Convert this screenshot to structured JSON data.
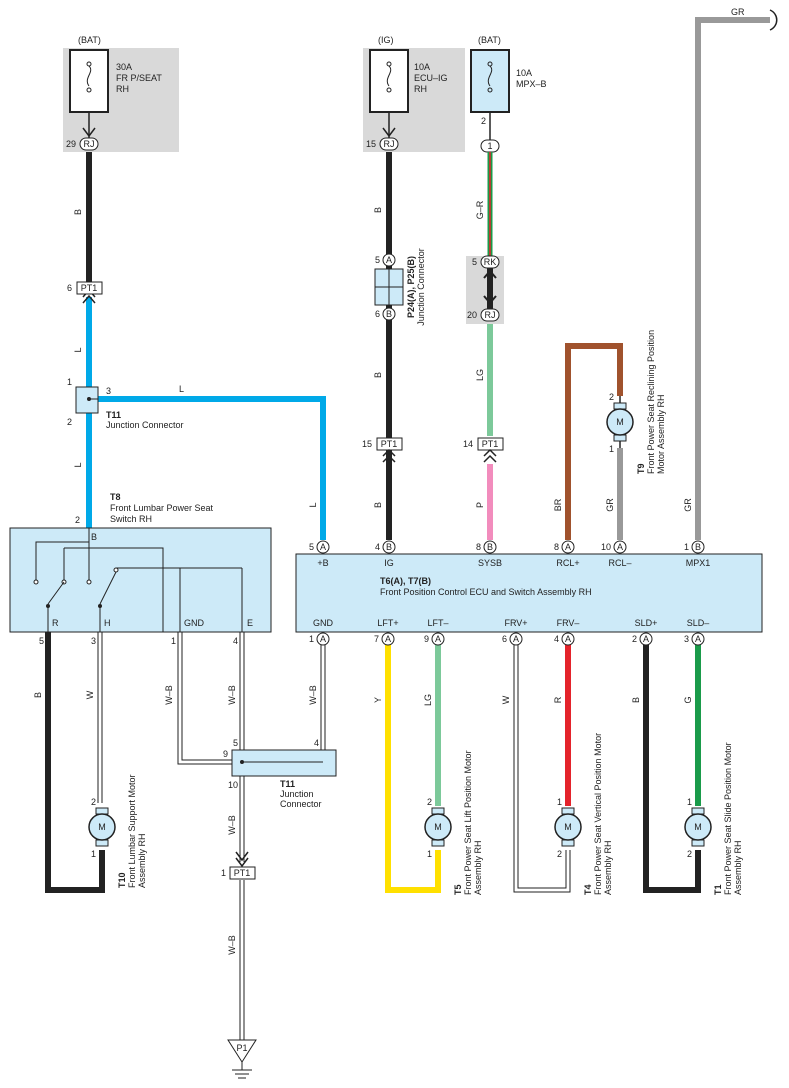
{
  "colors": {
    "black": "#222222",
    "blue": "#00a9e8",
    "gray": "#999999",
    "brown": "#a0522d",
    "green_lt": "#7cc99a",
    "pink": "#f28cbd",
    "yellow": "#ffe000",
    "red": "#e4232b",
    "green": "#1a9b4a",
    "box_fill": "#cdeaf8",
    "fuse_bg": "#d9d9d9"
  },
  "fuses": {
    "f1": {
      "src": "(BAT)",
      "amps": "30A",
      "name1": "FR P/SEAT",
      "name2": "RH",
      "pin": "29",
      "conn": "RJ"
    },
    "f2": {
      "src": "(IG)",
      "amps": "10A",
      "name1": "ECU–IG",
      "name2": "RH",
      "pin": "15",
      "conn": "RJ"
    },
    "f3": {
      "src": "(BAT)",
      "amps": "10A",
      "name1": "MPX–B",
      "pin_top": "2",
      "pin": "1"
    }
  },
  "connectors": {
    "pt1": "PT1",
    "p1": "P1",
    "rk": "RK",
    "rj": "RJ",
    "a": "A",
    "b": "B"
  },
  "pins": {
    "n6": "6",
    "n15": "15",
    "n14": "14",
    "n5": "5",
    "n20": "20",
    "n1": "1",
    "n2": "2",
    "n3": "3",
    "n4": "4",
    "n8": "8",
    "n9": "9",
    "n10": "10",
    "n7": "7"
  },
  "wires": {
    "b": "B",
    "l": "L",
    "gr": "GR",
    "gr2": "G–R",
    "lg": "LG",
    "p": "P",
    "br": "BR",
    "w": "W",
    "wb": "W–B",
    "y": "Y",
    "r": "R",
    "g": "G"
  },
  "components": {
    "p24": {
      "code": "P24(A), P25(B)",
      "name": "Junction Connector"
    },
    "t11a": {
      "code": "T11",
      "name": "Junction Connector"
    },
    "t11b": {
      "code": "T11",
      "name1": "Junction",
      "name2": "Connector"
    },
    "t8": {
      "code": "T8",
      "name1": "Front Lumbar Power Seat",
      "name2": "Switch RH",
      "pins": [
        "R",
        "H",
        "GND",
        "E"
      ],
      "top_pin": "B"
    },
    "t6": {
      "code": "T6(A), T7(B)",
      "name": "Front Position Control ECU and Switch Assembly RH",
      "top_pins": [
        "+B",
        "IG",
        "SYSB",
        "RCL+",
        "RCL–",
        "MPX1"
      ],
      "bottom_pins": [
        "GND",
        "LFT+",
        "LFT–",
        "FRV+",
        "FRV–",
        "SLD+",
        "SLD–"
      ]
    },
    "t9": {
      "code": "T9",
      "name1": "Front Power Seat Reclining Position",
      "name2": "Motor Assembly RH"
    },
    "t10": {
      "code": "T10",
      "name1": "Front Lumbar Support Motor",
      "name2": "Assembly RH"
    },
    "t5": {
      "code": "T5",
      "name1": "Front Power Seat Lift Position Motor",
      "name2": "Assembly RH"
    },
    "t4": {
      "code": "T4",
      "name1": "Front Power Seat Vertical Position Motor",
      "name2": "Assembly RH"
    },
    "t1": {
      "code": "T1",
      "name1": "Front Power Seat Slide Position Motor",
      "name2": "Assembly RH"
    },
    "motor": "M"
  }
}
